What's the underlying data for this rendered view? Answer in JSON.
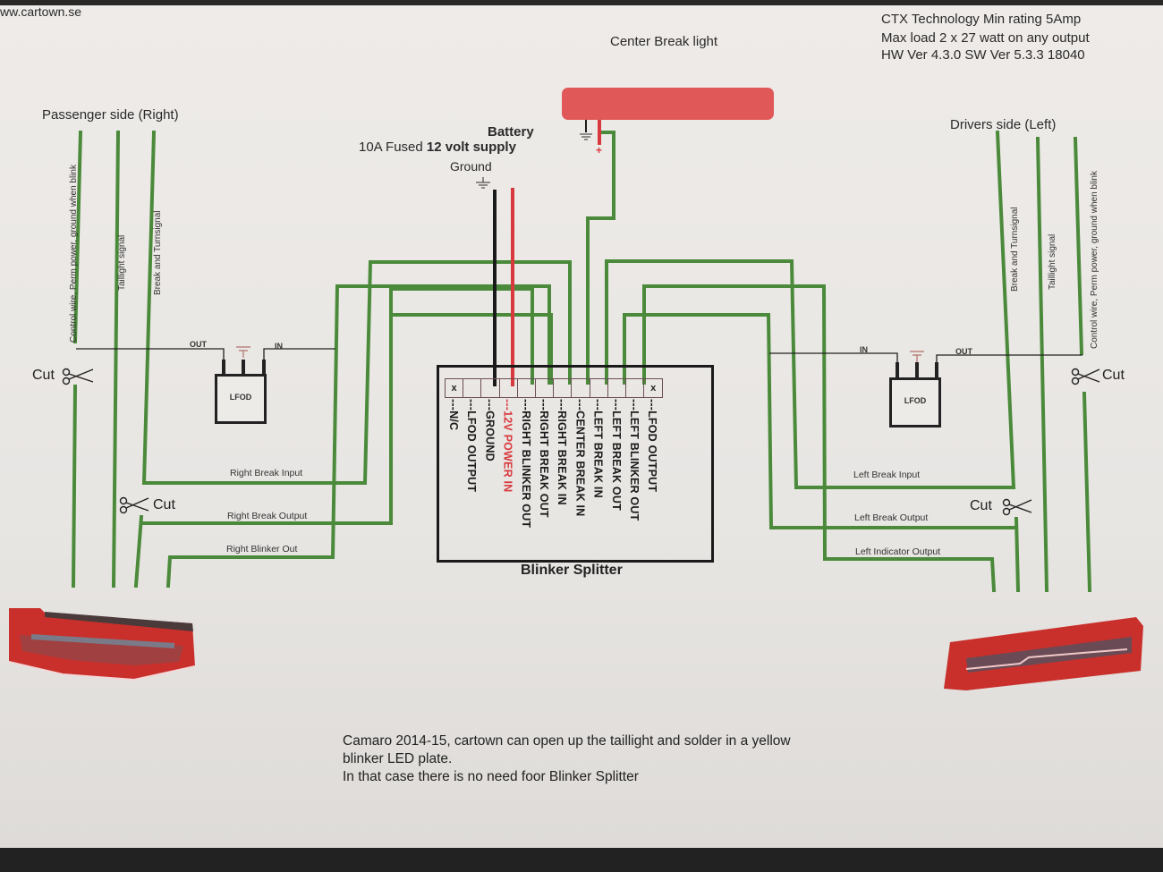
{
  "header": {
    "url": "ww.cartown.se",
    "center_light_label": "Center Break light",
    "spec": {
      "line1": "CTX  Technology     Min rating 5Amp",
      "line2": "Max load 2 x 27 watt on any output",
      "line3": "HW Ver 4.3.0 SW Ver 5.3.3 18040"
    }
  },
  "power": {
    "battery": "Battery",
    "fused_prefix": "10A  Fused ",
    "fused_bold": "12 volt supply",
    "ground": "Ground"
  },
  "passenger": {
    "title": "Passenger side (Right)",
    "wires": [
      "Control wire, Perm power, ground when blink",
      "Taillight signal",
      "Break and Turnsignal"
    ],
    "lfod": {
      "label": "LFOD",
      "out": "OUT",
      "in": "IN"
    },
    "cut_top": "Cut",
    "cut_mid": "Cut",
    "outputs": [
      "Right Break Input",
      "Right Break Output",
      "Right Blinker Out"
    ]
  },
  "driver": {
    "title": "Drivers side (Left)",
    "wires": [
      "Break and Turnsignal",
      "Taillight signal",
      "Control wire, Perm power, ground when blink"
    ],
    "lfod": {
      "label": "LFOD",
      "in": "IN",
      "out": "OUT"
    },
    "cut_top": "Cut",
    "cut_mid": "Cut",
    "outputs": [
      "Left Break Input",
      "Left Break Output",
      "Left Indicator Output"
    ]
  },
  "splitter": {
    "title": "Blinker Splitter",
    "pins": [
      {
        "mark": "x",
        "label": "---N/C",
        "color": "none"
      },
      {
        "mark": "",
        "label": "---LFOD OUTPUT",
        "color": "none"
      },
      {
        "mark": "",
        "label": "---GROUND",
        "color": "black"
      },
      {
        "mark": "",
        "label": "---12V POWER IN",
        "color": "red"
      },
      {
        "mark": "",
        "label": "---RIGHT BLINKER OUT",
        "color": "green"
      },
      {
        "mark": "",
        "label": "---RIGHT BREAK OUT",
        "color": "green"
      },
      {
        "mark": "",
        "label": "---RIGHT BREAK IN",
        "color": "green"
      },
      {
        "mark": "",
        "label": "---CENTER BREAK IN",
        "color": "green"
      },
      {
        "mark": "",
        "label": "---LEFT BREAK IN",
        "color": "green"
      },
      {
        "mark": "",
        "label": "---LEFT BREAK OUT",
        "color": "green"
      },
      {
        "mark": "",
        "label": "---LEFT BLINKER OUT",
        "color": "green"
      },
      {
        "mark": "x",
        "label": "---LFOD OUTPUT",
        "color": "none"
      }
    ]
  },
  "note": {
    "line1": "Camaro 2014-15, cartown can open up the taillight and solder in a yellow",
    "line2": "blinker LED plate.",
    "line3": "In that case there is no need foor Blinker Splitter"
  },
  "colors": {
    "wire_green": "#4a8a3a",
    "wire_red": "#d9383d",
    "wire_black": "#1a1a1a",
    "brake_light": "#e05858",
    "taillight": "#c9302c"
  }
}
